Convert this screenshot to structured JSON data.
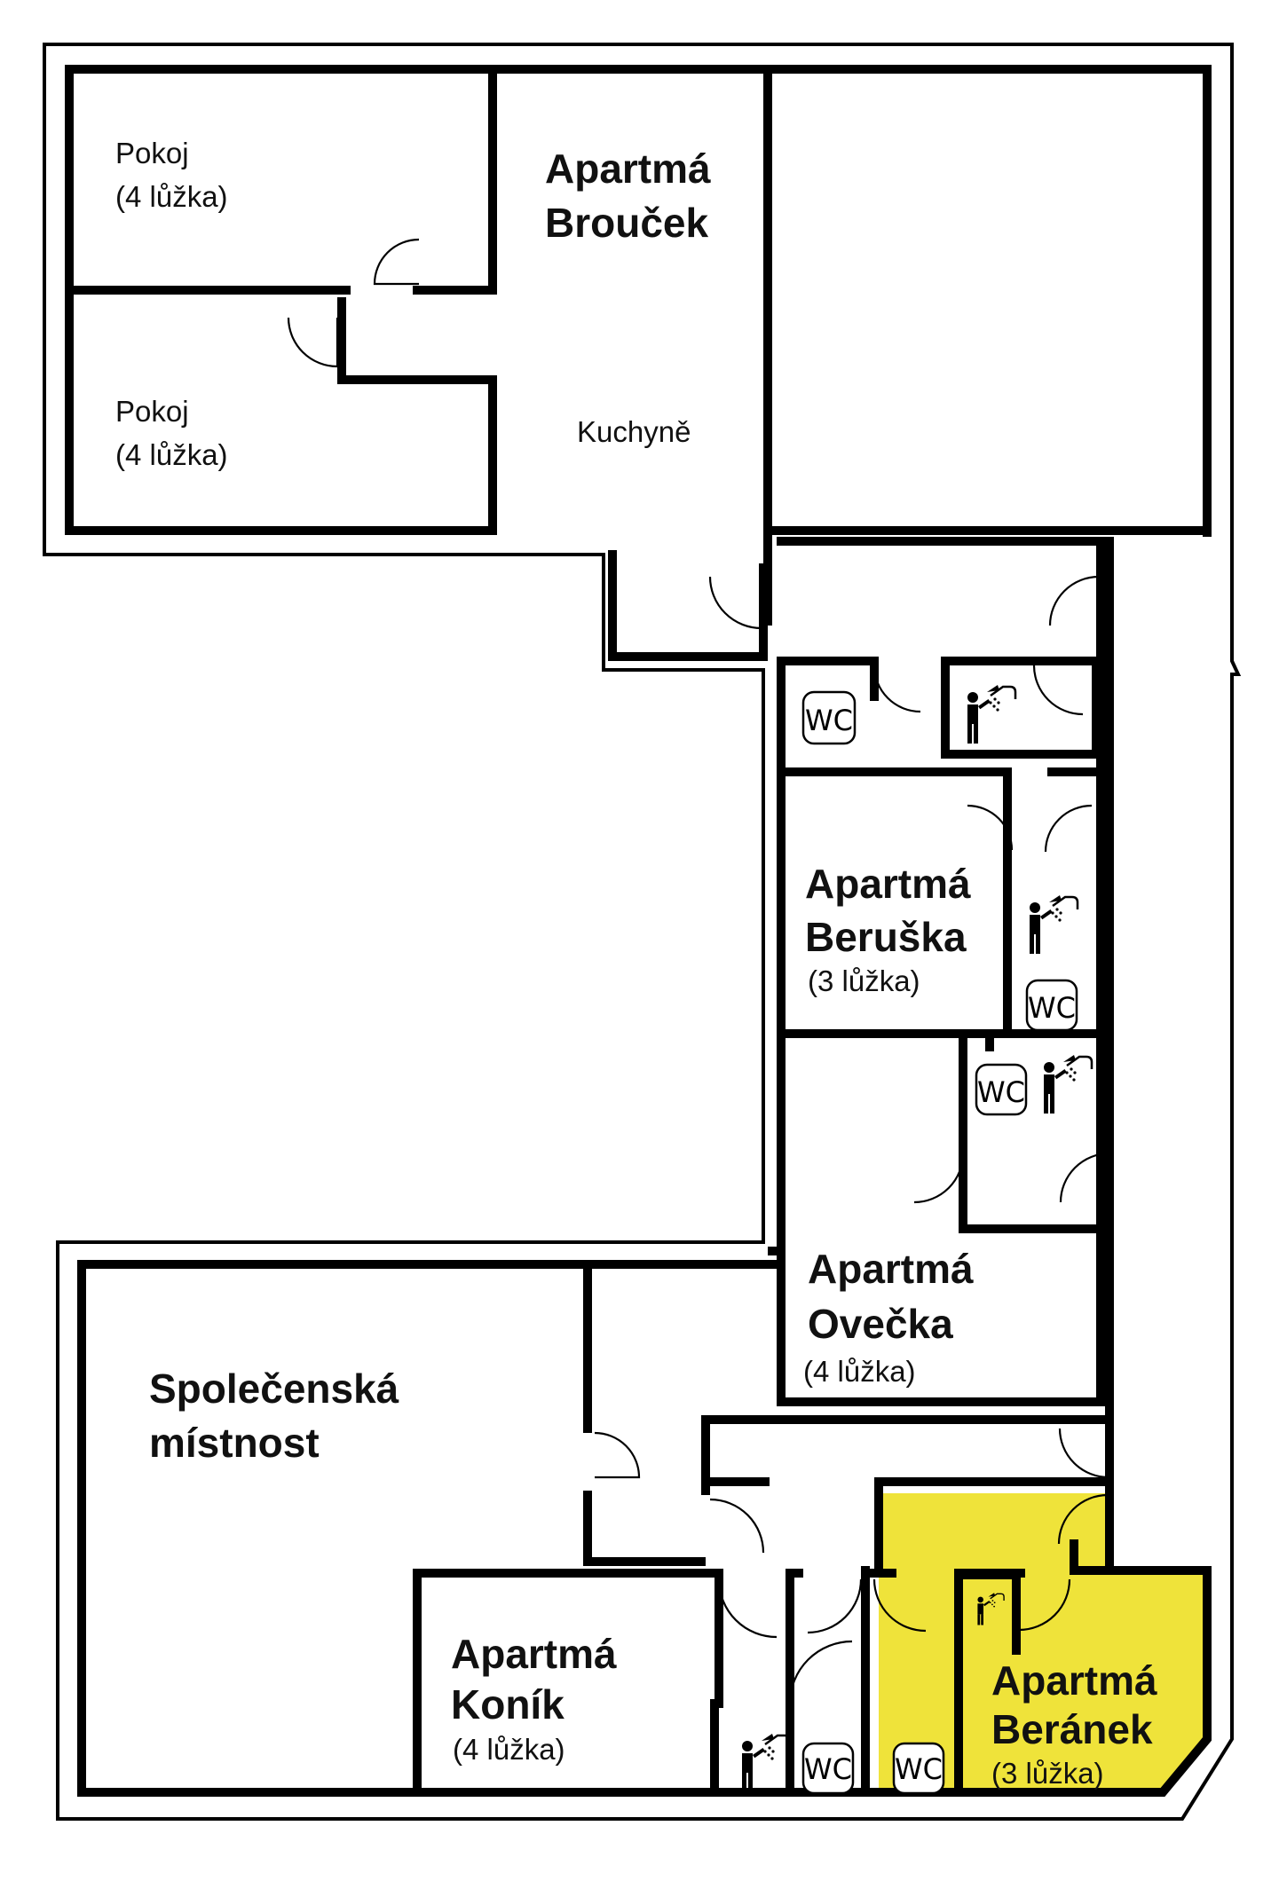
{
  "colors": {
    "highlight": "#EFE33A",
    "wall": "#000000",
    "background": "#FFFFFF"
  },
  "rooms": {
    "pokoj_upper": {
      "line1": "Pokoj",
      "line2": "(4 lůžka)"
    },
    "pokoj_lower": {
      "line1": "Pokoj",
      "line2": "(4 lůžka)"
    },
    "broucek": {
      "line1": "Apartmá",
      "line2": "Brouček"
    },
    "kitchen": {
      "label": "Kuchyně"
    },
    "beruska": {
      "line1": "Apartmá",
      "line2": "Beruška",
      "beds": "(3 lůžka)"
    },
    "ovecka": {
      "line1": "Apartmá",
      "line2": "Ovečka",
      "beds": "(4 lůžka)"
    },
    "spolecenska": {
      "line1": "Společenská",
      "line2": "místnost"
    },
    "konik": {
      "line1": "Apartmá",
      "line2": "Koník",
      "beds": "(4 lůžka)"
    },
    "beranek": {
      "line1": "Apartmá",
      "line2": "Beránek",
      "beds": "(3 lůžka)",
      "highlighted": true
    }
  },
  "wc_label": "WC",
  "icons": [
    "shower-icon",
    "wc-icon",
    "door-swing-icon"
  ]
}
